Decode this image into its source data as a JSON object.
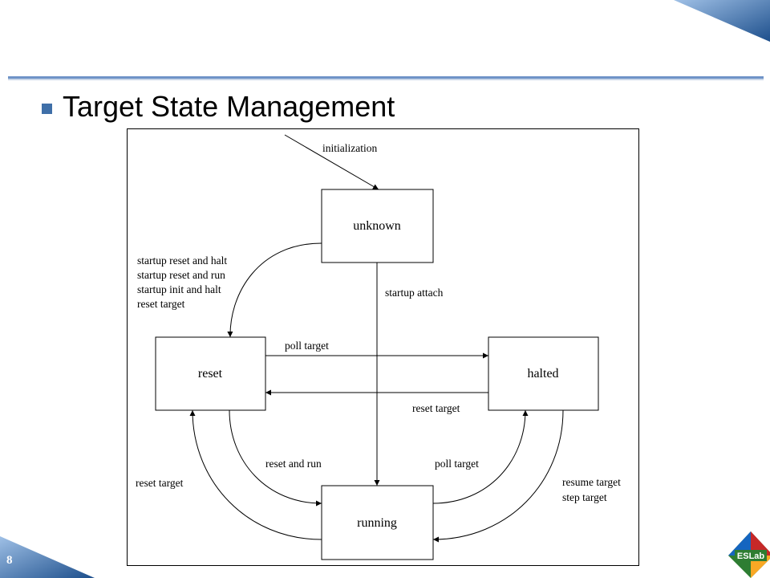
{
  "slide": {
    "title": "Target State Management",
    "page_number": "8",
    "logo_text": "ESLab",
    "colors": {
      "accent_blue": "#3f6fa8",
      "rule_blue": "#6f93c7"
    }
  },
  "diagram": {
    "states": {
      "unknown": "unknown",
      "reset": "reset",
      "halted": "halted",
      "running": "running"
    },
    "labels": {
      "initialization": "initialization",
      "startup_lines": [
        "startup reset and halt",
        "startup reset and run",
        "startup init and halt",
        "reset target"
      ],
      "startup_attach": "startup attach",
      "poll_target_top": "poll target",
      "reset_target_mid": "reset target",
      "reset_and_run": "reset and run",
      "poll_target_bottom": "poll target",
      "reset_target_left": "reset target",
      "resume_step_lines": [
        "resume target",
        "step target"
      ]
    }
  }
}
